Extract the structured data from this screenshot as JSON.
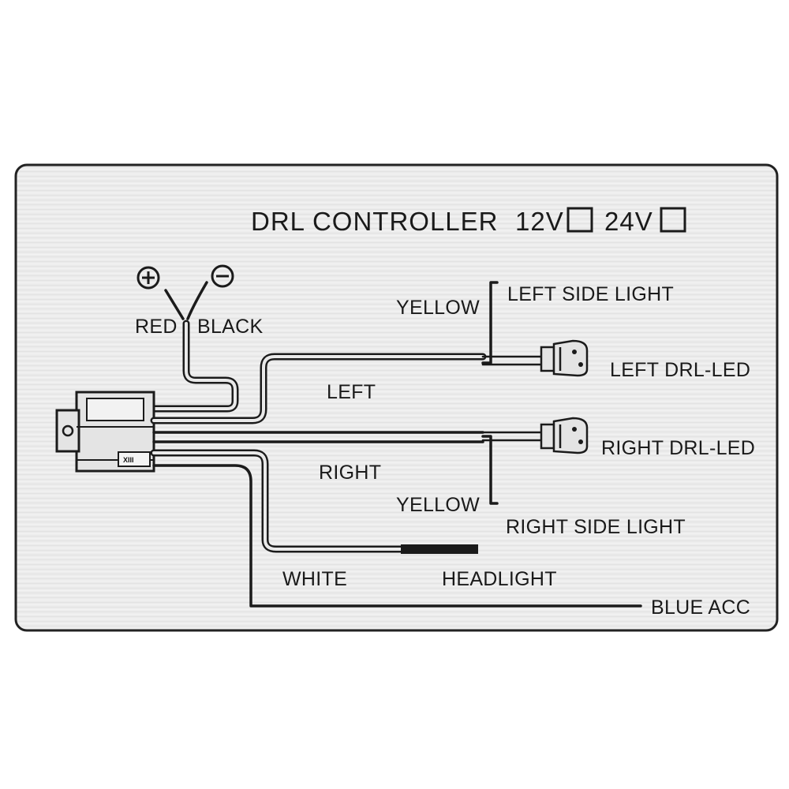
{
  "title": {
    "text": "DRL CONTROLLER",
    "option_12v": "12V",
    "option_24v": "24V"
  },
  "power": {
    "plus_symbol": "+",
    "minus_symbol": "−",
    "red_label": "RED",
    "black_label": "BLACK"
  },
  "module": {
    "chip_label": "XIII"
  },
  "wires": {
    "yellow_top": "YELLOW",
    "left_side_light": "LEFT SIDE LIGHT",
    "left_drl_led": "LEFT DRL-LED",
    "left": "LEFT",
    "right_drl_led": "RIGHT DRL-LED",
    "right": "RIGHT",
    "yellow_bottom": "YELLOW",
    "right_side_light": "RIGHT SIDE LIGHT",
    "white": "WHITE",
    "headlight": "HEADLIGHT",
    "blue_acc": "BLUE ACC"
  },
  "colors": {
    "plate": "#e9e9e9",
    "ink": "#1b1b1b",
    "border": "#222222"
  }
}
